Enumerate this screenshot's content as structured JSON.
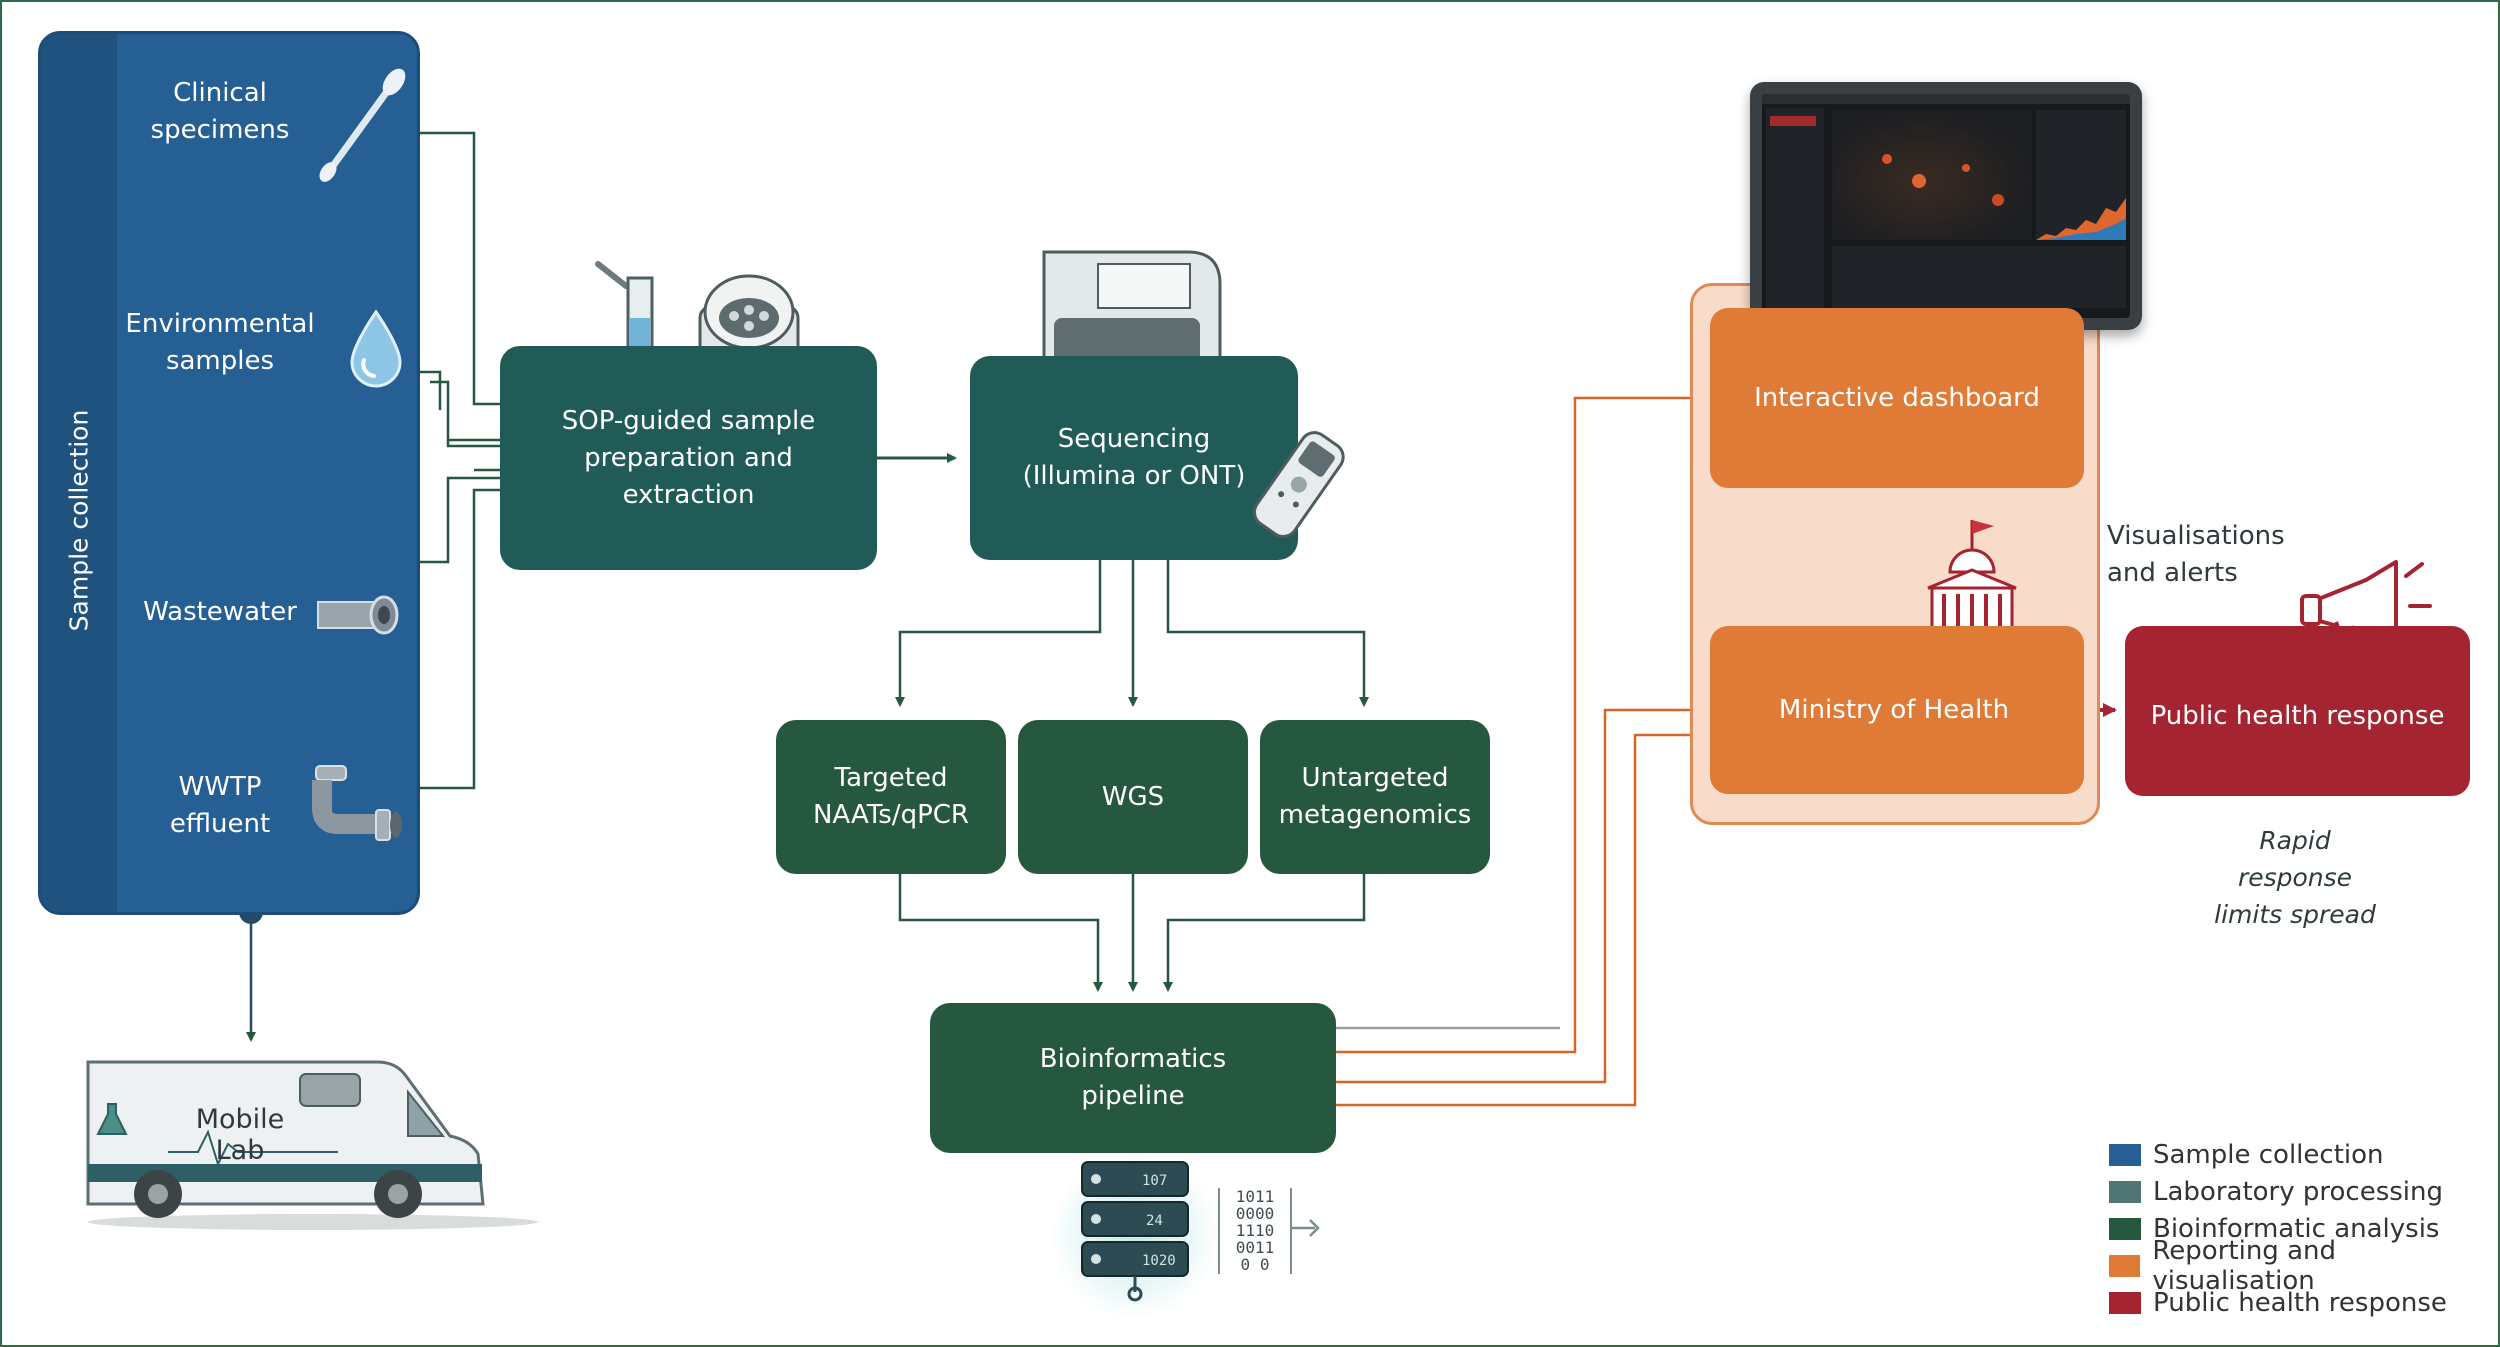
{
  "sample_collection": {
    "panel_title": "Sample collection",
    "items": [
      {
        "label": "Clinical specimens",
        "icon": "swab-icon"
      },
      {
        "label": "Environmental samples",
        "icon": "water-drop-icon"
      },
      {
        "label": "Wastewater",
        "icon": "pipe-icon"
      },
      {
        "label": "WWTP effluent",
        "icon": "bent-pipe-icon"
      }
    ]
  },
  "mobile_lab": {
    "label": "Mobile Lab"
  },
  "lab": {
    "prep": "SOP-guided sample preparation and extraction",
    "sequencing": "Sequencing (Illumina or ONT)",
    "methods": [
      "Targeted NAATs/qPCR",
      "WGS",
      "Untargeted metagenomics"
    ]
  },
  "bioinformatics": {
    "label": "Bioinformatics pipeline",
    "server_labels": [
      "107",
      "24",
      "1020"
    ],
    "binary_lines": [
      "1011",
      "0000",
      "1110",
      "0011",
      "0 0"
    ]
  },
  "reporting": {
    "dashboard": "Interactive dashboard",
    "ministry": "Ministry of Health",
    "alerts_note": "Visualisations and alerts"
  },
  "response": {
    "label": "Public health response",
    "note": "Rapid response limits spread"
  },
  "legend": [
    {
      "label": "Sample collection",
      "color": "#255f94"
    },
    {
      "label": "Laboratory processing",
      "color": "#4f7675"
    },
    {
      "label": "Bioinformatic analysis",
      "color": "#25583f"
    },
    {
      "label": "Reporting and visualisation",
      "color": "#e07a37"
    },
    {
      "label": "Public health response",
      "color": "#a52432"
    }
  ],
  "colors": {
    "sample_blue": "#255f94",
    "lab_teal": "#215b57",
    "bioinformatic_green": "#25583f",
    "reporting_orange": "#e07a37",
    "response_red": "#a52432"
  }
}
